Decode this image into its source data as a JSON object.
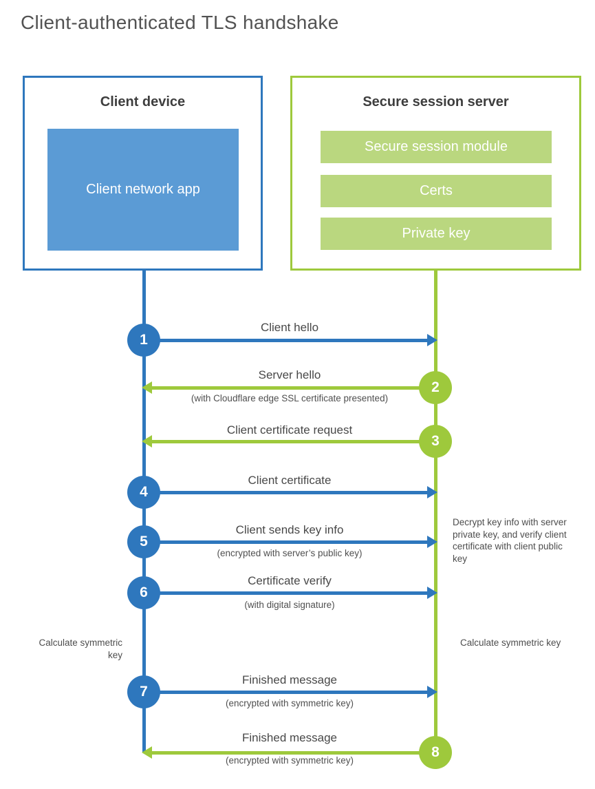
{
  "title": "Client-authenticated TLS handshake",
  "client": {
    "heading": "Client device",
    "app": "Client network app"
  },
  "server": {
    "heading": "Secure session server",
    "modules": [
      "Secure session module",
      "Certs",
      "Private key"
    ]
  },
  "steps": [
    {
      "num": "1",
      "direction": "right",
      "color": "blue",
      "label": "Client hello",
      "sublabel": ""
    },
    {
      "num": "2",
      "direction": "left",
      "color": "green",
      "label": "Server hello",
      "sublabel": "(with Cloudflare edge SSL certificate presented)"
    },
    {
      "num": "3",
      "direction": "left",
      "color": "green",
      "label": "Client certificate request",
      "sublabel": ""
    },
    {
      "num": "4",
      "direction": "right",
      "color": "blue",
      "label": "Client certificate",
      "sublabel": ""
    },
    {
      "num": "5",
      "direction": "right",
      "color": "blue",
      "label": "Client sends key info",
      "sublabel": "(encrypted with server’s public key)"
    },
    {
      "num": "6",
      "direction": "right",
      "color": "blue",
      "label": "Certificate verify",
      "sublabel": "(with digital signature)"
    },
    {
      "num": "7",
      "direction": "right",
      "color": "blue",
      "label": "Finished message",
      "sublabel": "(encrypted with symmetric key)"
    },
    {
      "num": "8",
      "direction": "left",
      "color": "green",
      "label": "Finished message",
      "sublabel": "(encrypted with symmetric key)"
    }
  ],
  "notes": {
    "client_calculate": "Calculate symmetric key",
    "server_calculate": "Calculate symmetric key",
    "server_decrypt": "Decrypt key info with server private key, and verify client certificate with client public key"
  },
  "colors": {
    "blue": "#2e77bd",
    "blue_fill": "#5b9bd5",
    "green": "#9ec93c",
    "green_fill": "#bad77f",
    "text_dark": "#3e3e3e",
    "text_mid": "#4d4d4d"
  }
}
